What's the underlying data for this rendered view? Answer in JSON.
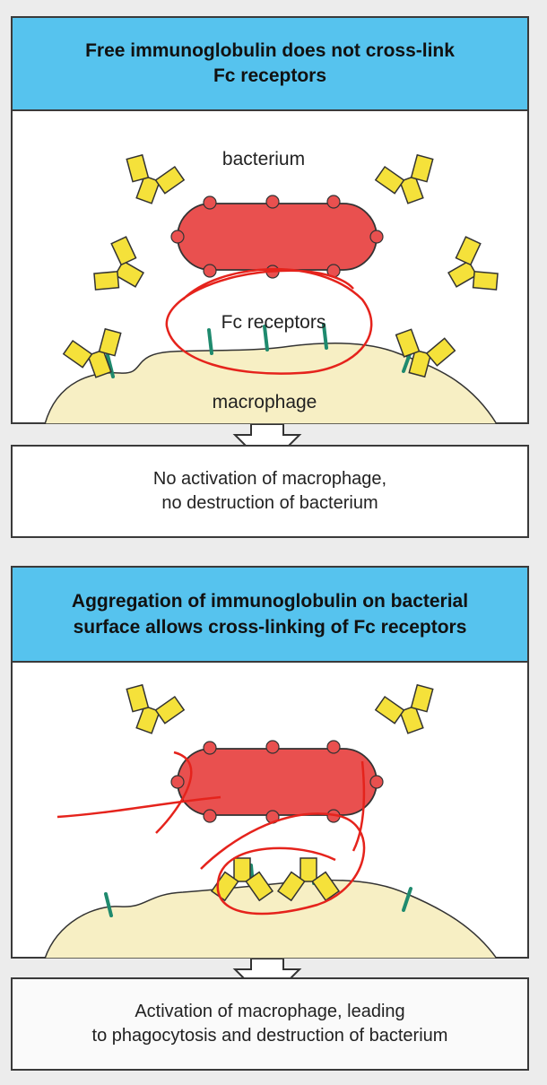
{
  "panel1": {
    "title": "Free immunoglobulin does not cross-link\nFc receptors",
    "bacterium_label": "bacterium",
    "receptor_label": "Fc receptors",
    "macrophage_label": "macrophage",
    "result": "No activation of macrophage,\nno destruction of bacterium"
  },
  "panel2": {
    "title": "Aggregation of immunoglobulin on bacterial\nsurface allows cross-linking of Fc receptors",
    "result": "Activation of macrophage, leading\nto phagocytosis and destruction of bacterium"
  },
  "colors": {
    "header_bg": "#56c3ee",
    "bacterium": "#e9504f",
    "antibody": "#f5e13a",
    "receptor": "#1f8a6e",
    "macrophage": "#f7efc4",
    "annotation": "#e5231c"
  }
}
